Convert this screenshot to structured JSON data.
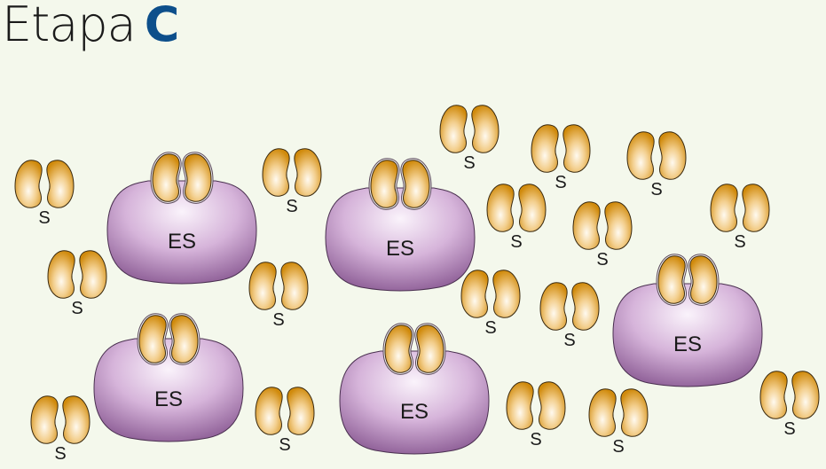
{
  "title": {
    "text": "Etapa",
    "stage_letter": "C"
  },
  "colors": {
    "background": "#f4f8ec",
    "substrate": "#d4900f",
    "enzyme": "#9b6aa2",
    "stage_letter": "#0d4f8b"
  },
  "free_substrates": [
    {
      "label": "S"
    },
    {
      "label": "S"
    },
    {
      "label": "S"
    },
    {
      "label": "S"
    },
    {
      "label": "S"
    },
    {
      "label": "S"
    },
    {
      "label": "S"
    },
    {
      "label": "S"
    },
    {
      "label": "S"
    },
    {
      "label": "S"
    },
    {
      "label": "S"
    },
    {
      "label": "S"
    },
    {
      "label": "S"
    },
    {
      "label": "S"
    },
    {
      "label": "S"
    },
    {
      "label": "S"
    },
    {
      "label": "S"
    }
  ],
  "enzyme_substrate_complexes": [
    {
      "label": "ES"
    },
    {
      "label": "ES"
    },
    {
      "label": "ES"
    },
    {
      "label": "ES"
    },
    {
      "label": "ES"
    }
  ]
}
